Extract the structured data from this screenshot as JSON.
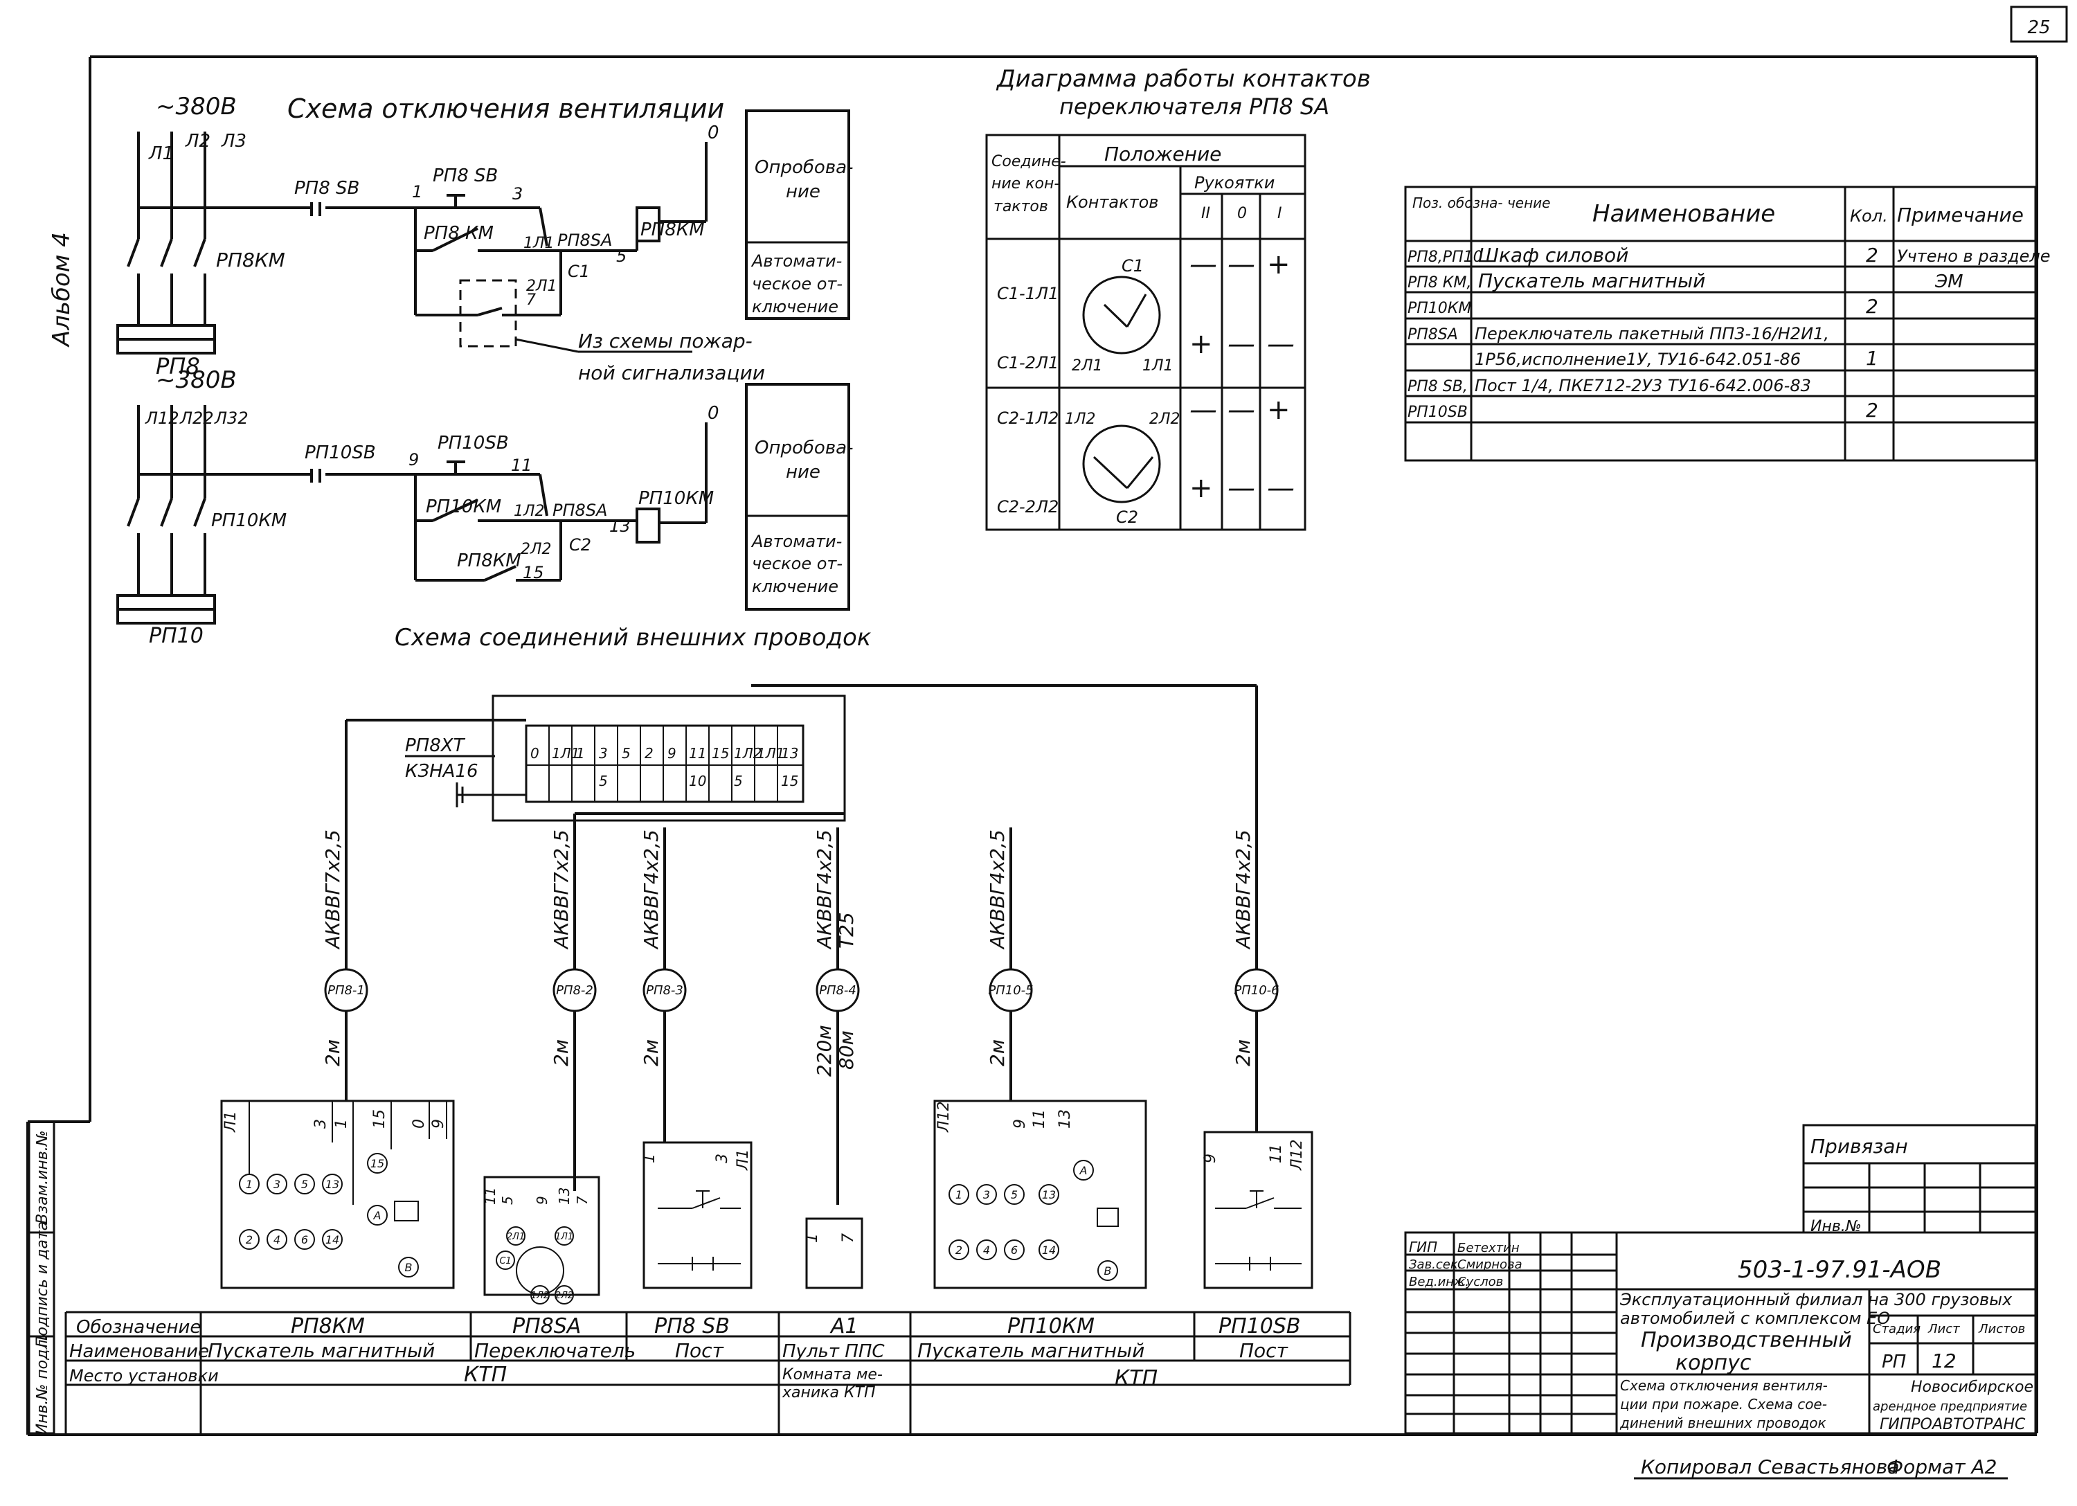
{
  "sheet": {
    "page_no": "25",
    "album": "Альбом 4",
    "copied": "Копировал Севастьянова",
    "format": "Формат А2"
  },
  "vent": {
    "title": "Схема отключения вентиляции",
    "v1": "~380В",
    "v2": "~380В",
    "l1": [
      "Л1",
      "Л2",
      "Л3"
    ],
    "l2": [
      "Л12",
      "Л22",
      "Л32"
    ],
    "sw1": "РП8КМ",
    "sw2": "РП10КМ",
    "box1": "РП8",
    "box2": "РП10",
    "sb1a": "РП8 SВ",
    "sb1b": "РП8 SВ",
    "sb2a": "РП10SВ",
    "sb2b": "РП10SВ",
    "n1": "1",
    "n3": "3",
    "n9": "9",
    "n11": "11",
    "n0a": "0",
    "n0b": "0",
    "km1": "РП8 КМ",
    "km2": "РП10КМ",
    "km3": "РП8КМ",
    "coil1": "РП8КМ",
    "coil2": "РП10КМ",
    "c1a": "1Л1",
    "c1b": "РП8SА",
    "c1n": "5",
    "c1": "С1",
    "c1c": "2Л1",
    "c1d": "7",
    "c2a": "1Л2",
    "c2b": "РП8SА",
    "c2n": "13",
    "c2": "С2",
    "c2c": "2Л2",
    "c2d": "15",
    "fire1": "Из схемы пожар-",
    "fire2": "ной сигнализации",
    "r1a": "Опробова-",
    "r1b": "ние",
    "r2a": "Автомати-",
    "r2b": "ческое от-",
    "r2c": "ключение",
    "r3a": "Опробова-",
    "r3b": "ние",
    "r4a": "Автомати-",
    "r4b": "ческое от-",
    "r4c": "ключение"
  },
  "contacts": {
    "title1": "Диаграмма работы контактов",
    "title2": "переключателя РП8 SА",
    "h1": "Соедине-",
    "h2": "ние кон-",
    "h3": "тактов",
    "h4": "Положение",
    "h5": "Контактов",
    "h6": "Рукоятки",
    "p1": "II",
    "p2": "0",
    "p3": "I",
    "rows": [
      "С1-1Л1",
      "С1-2Л1",
      "С2-1Л2",
      "С2-2Л2"
    ],
    "marks": [
      "—",
      "—",
      "+",
      "+",
      "—",
      "—",
      "—",
      "—",
      "+",
      "+",
      "—",
      "—"
    ],
    "d1": [
      "С1",
      "2Л1",
      "1Л1"
    ],
    "d2": [
      "1Л2",
      "2Л2",
      "С2"
    ]
  },
  "spec": {
    "head": [
      "Поз. обозна- чение",
      "Наименование",
      "Кол.",
      "Примечание"
    ],
    "rows": [
      [
        "РП8,РП10",
        "Шкаф силовой",
        "2",
        "Учтено в разделе"
      ],
      [
        "РП8 КМ,",
        "Пускатель магнитный",
        "",
        "ЭМ"
      ],
      [
        "РП10КМ",
        "",
        "2",
        ""
      ],
      [
        "РП8SА",
        "Переключатель пакетный ПП3-16/Н2И1,",
        "",
        ""
      ],
      [
        "",
        "1Р56,исполнение1У, ТУ16-642.051-86",
        "1",
        ""
      ],
      [
        "РП8 SВ,",
        "Пост 1/4, ПКЕ712-2У3 ТУ16-642.006-83",
        "",
        ""
      ],
      [
        "РП10SВ",
        "",
        "2",
        ""
      ]
    ]
  },
  "wiring": {
    "title": "Схема соединений внешних проводок",
    "strip1": "РП8ХТ",
    "strip2": "КЗНА16",
    "terms_top": [
      "0",
      "1Л1",
      "1",
      "3",
      "5",
      "2",
      "9",
      "11",
      "15",
      "1Л2",
      "1Л1",
      "13"
    ],
    "terms_bot": [
      "5",
      "10",
      "5",
      "15"
    ],
    "cables": [
      "АКВВГ7х2,5",
      "АКВВГ7х2,5",
      "АКВВГ4х2,5",
      "АКВВГ4х2,5",
      "АКВВГ4х2,5",
      "АКВВГ4х2,5"
    ],
    "cable4b": "Т25",
    "tags": [
      "РП8-1",
      "РП8-2",
      "РП8-3",
      "РП8-4",
      "РП10-5",
      "РП10-6"
    ],
    "lens": [
      "2м",
      "2м",
      "2м",
      "220м",
      "2м",
      "2м"
    ],
    "len4b": "80м"
  },
  "devices": {
    "d1_top": [
      "Л1",
      "3",
      "1",
      "15",
      "0",
      "9"
    ],
    "d1_c": [
      "1",
      "3",
      "5",
      "13",
      "15",
      "2",
      "4",
      "6",
      "14",
      "А",
      "В"
    ],
    "d2_top": [
      "11",
      "5",
      "9",
      "13",
      "7"
    ],
    "d2_c": [
      "С1",
      "2Л1",
      "1Л1",
      "1Л2",
      "2Л2"
    ],
    "d3_top": [
      "1",
      "3",
      "Л1"
    ],
    "d4_top": [
      "1",
      "7"
    ],
    "d5_top": [
      "Л12",
      "9",
      "11",
      "13"
    ],
    "d5_c": [
      "1",
      "3",
      "5",
      "13",
      "2",
      "4",
      "6",
      "14",
      "А",
      "В"
    ],
    "d6_top": [
      "9",
      "11",
      "Л12"
    ]
  },
  "bottom": {
    "r1h": "Обозначение",
    "r2h": "Наименование",
    "r3h": "Место установки",
    "cols": [
      {
        "a": "РП8КМ",
        "b": "Пускатель магнитный"
      },
      {
        "a": "РП8SА",
        "b": "Переключатель"
      },
      {
        "a": "РП8 SВ",
        "b": "Пост"
      },
      {
        "a": "А1",
        "b": "Пульт ППС"
      },
      {
        "a": "РП10КМ",
        "b": "Пускатель магнитный"
      },
      {
        "a": "РП10SВ",
        "b": "Пост"
      }
    ],
    "ktp1": "КТП",
    "room1": "Комната ме-",
    "room2": "ханика КТП",
    "ktp2": "КТП"
  },
  "side": [
    "Инв.№ подл.",
    "Подпись и дата",
    "Взам.инв.№"
  ],
  "stamp": {
    "priv": "Привязан",
    "inv": "Инв.№",
    "code": "503-1-97.91-АОВ",
    "p1": "ГИП",
    "n1": "Бетехтин",
    "p2": "Зав.сек.",
    "n2": "Смирнова",
    "p3": "Вед.инж.",
    "n3": "Суслов",
    "proj1": "Эксплуатационный филиал на 300 грузовых",
    "proj2": "автомобилей с комплексом ЕО",
    "bld1": "Производственный",
    "bld2": "корпус",
    "h1": "Стадия",
    "h2": "Лист",
    "h3": "Листов",
    "stage": "РП",
    "sheet": "12",
    "sh1": "Схема отключения вентиля-",
    "sh2": "ции при пожаре. Схема сое-",
    "sh3": "динений внешних проводок",
    "org1": "Новосибирское",
    "org2": "арендное предприятие",
    "org3": "ГИПРОАВТОТРАНС"
  }
}
